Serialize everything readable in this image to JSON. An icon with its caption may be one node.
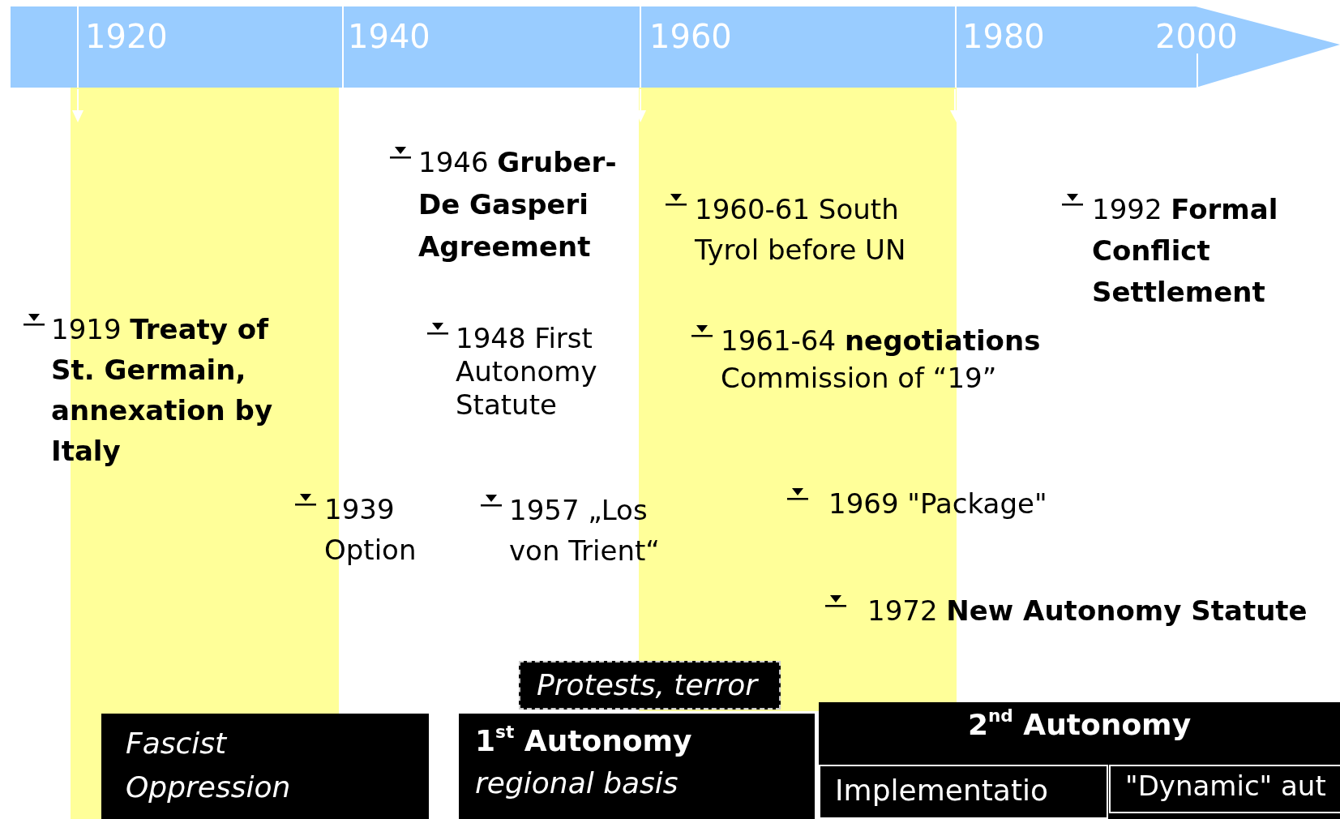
{
  "diagram": {
    "nodes": [
      {
        "text": [
          "Fascist Oppression"
        ]
      },
      {
        "text": [
          "1$^{st}$ Autonomy",
          "regional basis"
        ]
      },
      {
        "text": [
          "Protests, terror"
        ]
      },
      {
        "text": [
          "2$^{nd}$ Autonomy"
        ]
      },
      {
        "text": [
          "Implementatio"
        ],
        "in": 3
      },
      {
        "text": [
          "\"Dynamic\" aut"
        ],
        "in": 3
      }
    ],
    "labels": [
      "1920",
      "1940",
      "1960",
      "1980",
      "2000",
      "1946 **Gruber-De Gasperi Agreement**",
      "1960-61 South Tyrol before UN",
      "1992 **Formal Conflict Settlement**",
      "1919 **Treaty of St. Germain, annexation by Italy**",
      "1948 First Autonomy Statute",
      "1961-64 **negotiations** Commission of “19”",
      "1969 \"Package\"",
      "1939 Option",
      "1957 „Los von Trient“",
      "1972 **New Autonomy Statute**"
    ]
  }
}
